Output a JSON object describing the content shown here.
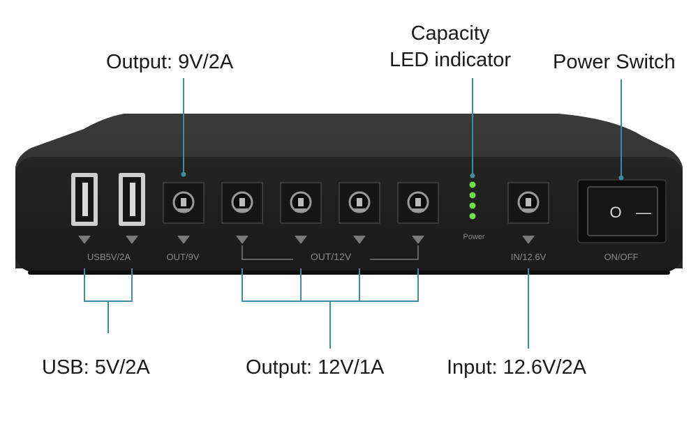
{
  "callouts": {
    "output_9v": "Output: 9V/2A",
    "capacity_line1": "Capacity",
    "capacity_line2": "LED indicator",
    "power_switch": "Power Switch",
    "usb": "USB: 5V/2A",
    "output_12v": "Output: 12V/1A",
    "input": "Input: 12.6V/2A"
  },
  "panel_labels": {
    "usb": "USB5V/2A",
    "out_9v": "OUT/9V",
    "out_12v": "OUT/12V",
    "power": "Power",
    "in": "IN/12.6V",
    "switch": "ON/OFF"
  },
  "switch_symbols": {
    "off": "O",
    "on": "—"
  },
  "led_indicator": {
    "lit_count": 4,
    "total": 4
  },
  "colors": {
    "device_body": "#1f1f1f",
    "device_top": "#2e2e2e",
    "panel_text": "#8a8a8a",
    "leader_line": "#3f8d9a",
    "led_green": "#6fe04a",
    "callout_text": "#1a1a1a"
  }
}
